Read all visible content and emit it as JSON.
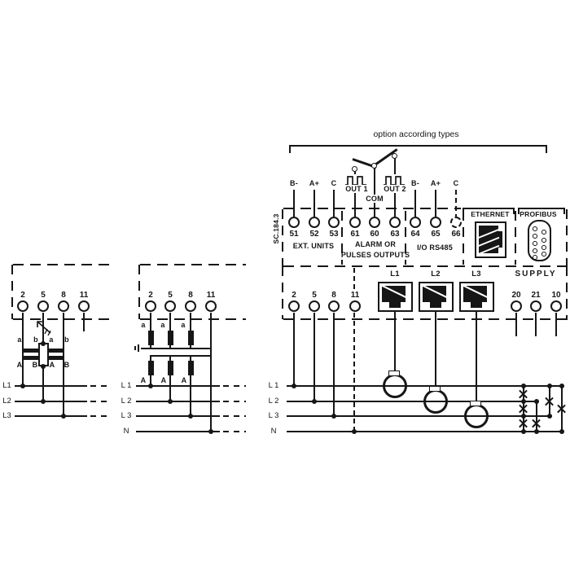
{
  "bracket_label": "option according types",
  "device_code": "SC.184.3",
  "right": {
    "ext_units": {
      "caption": "EXT. UNITS",
      "pins": [
        "B-",
        "A+",
        "C"
      ],
      "numbers": [
        "51",
        "52",
        "53"
      ]
    },
    "alarm": {
      "caption1": "ALARM OR",
      "caption2": "PULSES OUTPUTS",
      "out1": "OUT 1",
      "com": "COM",
      "out2": "OUT 2",
      "numbers": [
        "61",
        "60",
        "63"
      ]
    },
    "rs485": {
      "caption": "I/O RS485",
      "pins": [
        "B-",
        "A+",
        "C"
      ],
      "numbers": [
        "64",
        "65",
        "66"
      ]
    },
    "ethernet_label": "ETHERNET",
    "profibus_label": "PROFIBUS",
    "supply": {
      "caption": "SUPPLY",
      "numbers": [
        "20",
        "21",
        "10"
      ]
    },
    "ct_jacks": [
      "L1",
      "L2",
      "L3"
    ],
    "volt_terminals": [
      "2",
      "5",
      "8",
      "11"
    ],
    "lines": [
      "L 1",
      "L 2",
      "L 3",
      "N"
    ]
  },
  "left_diagram": {
    "terminals": [
      "2",
      "5",
      "8",
      "11"
    ],
    "top_taps": [
      "a",
      "b",
      "a",
      "b"
    ],
    "bottom_taps": [
      "A",
      "B",
      "A",
      "B"
    ],
    "lines": [
      "L1",
      "L2",
      "L3"
    ]
  },
  "middle_diagram": {
    "terminals": [
      "2",
      "5",
      "8",
      "11"
    ],
    "top_taps": [
      "a",
      "a",
      "a"
    ],
    "bottom_taps": [
      "A",
      "A",
      "A"
    ],
    "lines": [
      "L 1",
      "L 2",
      "L 3",
      "N"
    ]
  }
}
